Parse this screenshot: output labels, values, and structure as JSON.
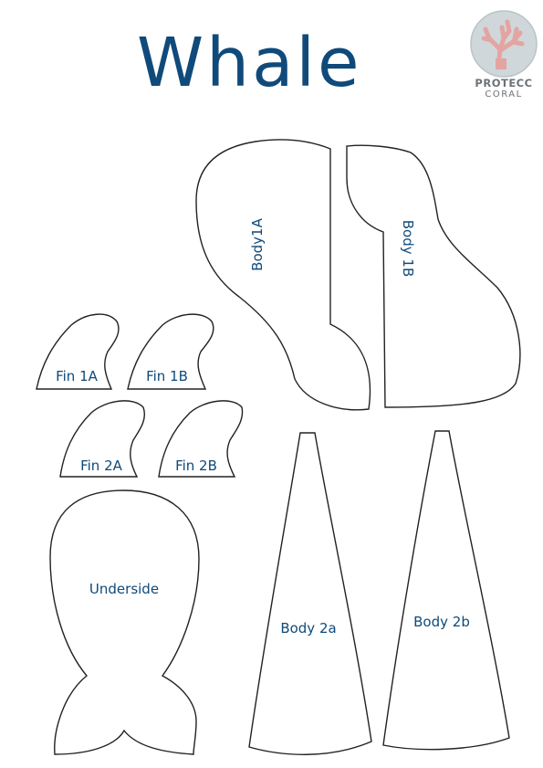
{
  "title": "Whale",
  "logo": {
    "line1": "PROTECC",
    "line2": "CORAL",
    "colors": {
      "circle": "#cfd7da",
      "coral": "#e3a4a2",
      "text": "#6b7278"
    }
  },
  "pieces": {
    "body1a": "Body1A",
    "body1b": "Body 1B",
    "fin1a": "Fin 1A",
    "fin1b": "Fin 1B",
    "fin2a": "Fin 2A",
    "fin2b": "Fin 2B",
    "underside": "Underside",
    "body2a": "Body 2a",
    "body2b": "Body 2b"
  },
  "colors": {
    "title": "#0f4a7a",
    "label": "#0f4a7a",
    "outline": "#222222"
  }
}
